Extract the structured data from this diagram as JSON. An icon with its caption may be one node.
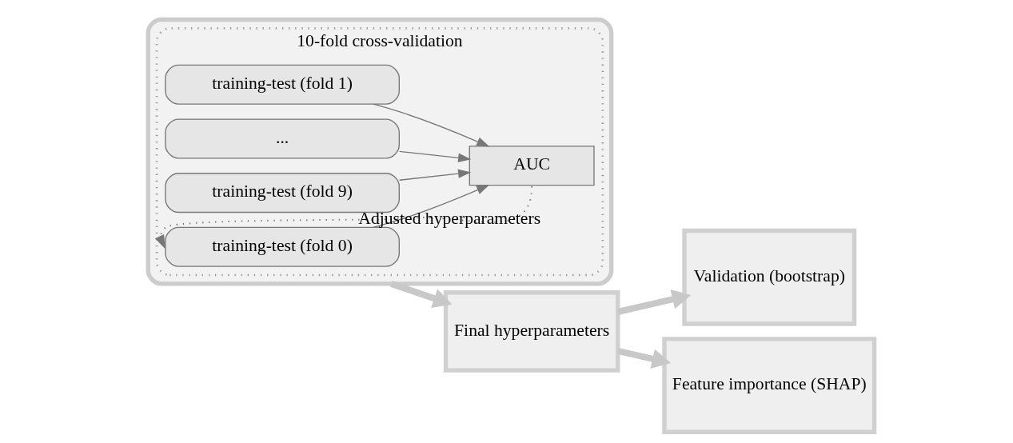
{
  "diagram": {
    "nodes": [
      {
        "text": [],
        "shape": "box"
      },
      {
        "text": [
          "10-fold cross-validation"
        ],
        "in": 0
      },
      {
        "text": [
          "training-test (fold 0)"
        ],
        "in": 1
      },
      {
        "text": [
          "training-test (fold 1)"
        ],
        "in": 1
      },
      {
        "text": [
          "..."
        ],
        "in": 1
      },
      {
        "text": [
          "training-test (fold 9)"
        ],
        "in": 1
      },
      {
        "text": [
          "AUC"
        ],
        "in": 1
      },
      {
        "text": [
          "Final hyperparameters"
        ]
      },
      {
        "text": [
          "Validation (bootstrap)"
        ]
      },
      {
        "text": [
          "Feature importance (SHAP)"
        ]
      }
    ],
    "edges": [
      {
        "from": 2,
        "to": 6,
        "arrow": "to"
      },
      {
        "from": 3,
        "to": 6,
        "arrow": "to"
      },
      {
        "from": 4,
        "to": 6,
        "arrow": "to"
      },
      {
        "from": 5,
        "to": 6,
        "arrow": "to"
      },
      {
        "from": 6,
        "to": 1,
        "arrow": "to",
        "label": "Adjusted hyperparameters",
        "style": "dashed"
      },
      {
        "from": 0,
        "to": 7,
        "arrow": "to",
        "style": "thick",
        "color": "#c8c8c8"
      },
      {
        "from": 7,
        "to": 8,
        "arrow": "to",
        "style": "thick",
        "color": "#c8c8c8"
      },
      {
        "from": 7,
        "to": 9,
        "arrow": "to",
        "style": "thick",
        "color": "#c8c8c8"
      }
    ]
  }
}
